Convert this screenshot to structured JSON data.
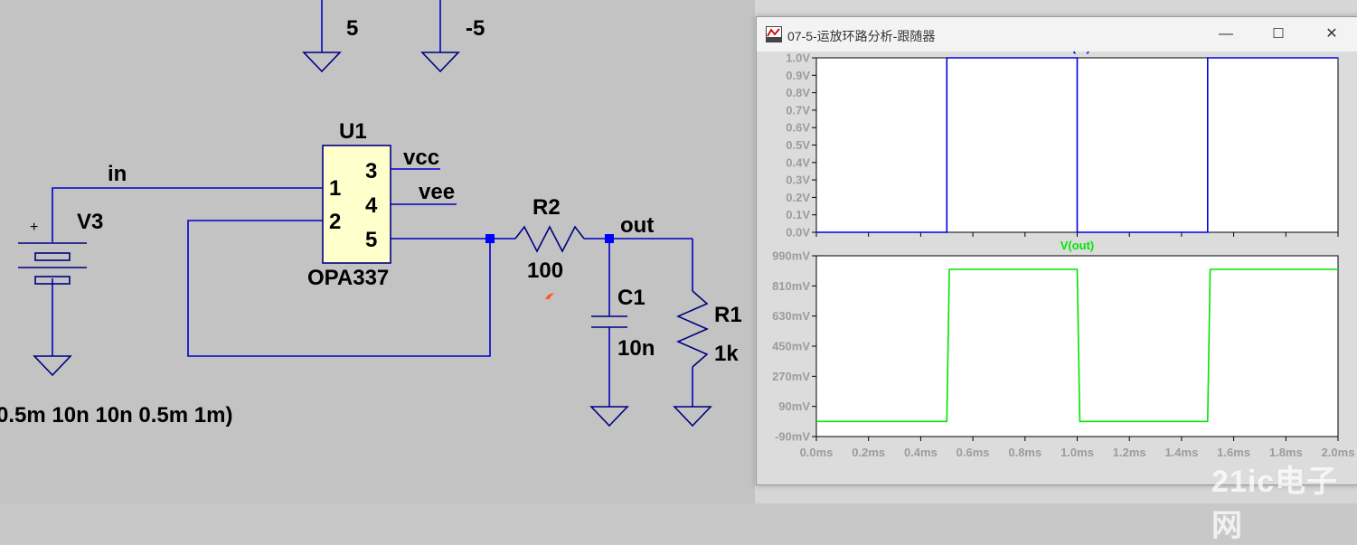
{
  "schematic": {
    "net_labels": {
      "in": "in",
      "out": "out",
      "vcc": "vcc",
      "vee": "vee"
    },
    "supply_labels": {
      "pos": "5",
      "neg": "-5"
    },
    "opamp": {
      "ref": "U1",
      "model": "OPA337",
      "pin1": "1",
      "pin2": "2",
      "pin3": "3",
      "pin4": "4",
      "pin5": "5"
    },
    "source": {
      "ref": "V3",
      "params": "0.5m 10n 10n 0.5m 1m)",
      "plus": "+"
    },
    "r2": {
      "ref": "R2",
      "value": "100"
    },
    "c1": {
      "ref": "C1",
      "value": "10n"
    },
    "r1": {
      "ref": "R1",
      "value": "1k"
    },
    "colors": {
      "wire": "#0000c8",
      "component": "#000080",
      "opamp_fill": "#ffffcc",
      "node": "#0000ff",
      "cursor": "#ff5a1e"
    }
  },
  "window": {
    "title": "07-5-运放环路分析-跟随器",
    "min_glyph": "—",
    "max_glyph": "☐",
    "close_glyph": "✕",
    "icon": "waveform-app-icon"
  },
  "chart_data": [
    {
      "type": "line",
      "title": "V(in)",
      "series_color": "#0000e6",
      "xlim": [
        0,
        2.0
      ],
      "ylim": [
        0,
        1.0
      ],
      "y_ticks": [
        "0.0V",
        "0.1V",
        "0.2V",
        "0.3V",
        "0.4V",
        "0.5V",
        "0.6V",
        "0.7V",
        "0.8V",
        "0.9V",
        "1.0V"
      ],
      "y_tick_values": [
        0,
        0.1,
        0.2,
        0.3,
        0.4,
        0.5,
        0.6,
        0.7,
        0.8,
        0.9,
        1.0
      ],
      "x": [
        0,
        0.5,
        0.5,
        1.0,
        1.0,
        1.5,
        1.5,
        2.0
      ],
      "y": [
        0,
        0,
        1.0,
        1.0,
        0,
        0,
        1.0,
        1.0
      ]
    },
    {
      "type": "line",
      "title": "V(out)",
      "series_color": "#00e600",
      "xlim": [
        0,
        2.0
      ],
      "ylim": [
        -90,
        990
      ],
      "y_ticks": [
        "-90mV",
        "90mV",
        "270mV",
        "450mV",
        "630mV",
        "810mV",
        "990mV"
      ],
      "y_tick_values": [
        -90,
        90,
        270,
        450,
        630,
        810,
        990
      ],
      "x": [
        0,
        0.5,
        0.51,
        1.0,
        1.01,
        1.5,
        1.51,
        2.0
      ],
      "y": [
        0,
        0,
        909,
        909,
        0,
        0,
        909,
        909
      ],
      "x_ticks": [
        "0.0ms",
        "0.2ms",
        "0.4ms",
        "0.6ms",
        "0.8ms",
        "1.0ms",
        "1.2ms",
        "1.4ms",
        "1.6ms",
        "1.8ms",
        "2.0ms"
      ],
      "x_tick_values": [
        0,
        0.2,
        0.4,
        0.6,
        0.8,
        1.0,
        1.2,
        1.4,
        1.6,
        1.8,
        2.0
      ]
    }
  ]
}
